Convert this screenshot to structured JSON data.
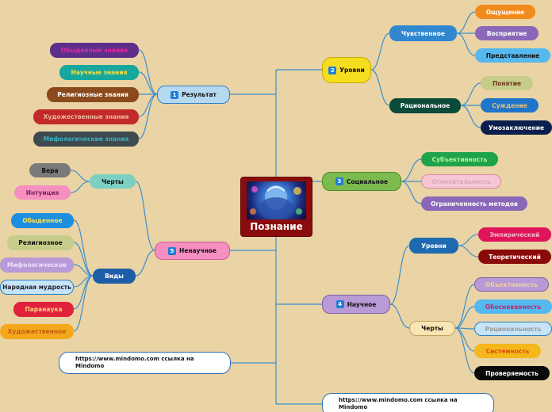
{
  "center": {
    "title": "Познание"
  },
  "colors": {
    "line": "#3b8fd0"
  },
  "nodes": {
    "urovni": {
      "num": "2",
      "label": "Уровни"
    },
    "chuvstvennoe": {
      "label": "Чувственное"
    },
    "oshchushchenie": {
      "label": "Ощущение"
    },
    "vospriyatie": {
      "label": "Восприятие"
    },
    "predstavlenie": {
      "label": "Представление"
    },
    "racionalnoe": {
      "label": "Рациональное"
    },
    "ponyatie": {
      "label": "Понятие"
    },
    "suzhdenie": {
      "label": "Суждение"
    },
    "umozaklyuchenie": {
      "label": "Умозаключение"
    },
    "rezultat": {
      "num": "1",
      "label": "Результат"
    },
    "obydennye": {
      "label": "Обыденные знания"
    },
    "nauchnye": {
      "label": "Научные знания"
    },
    "religioznye": {
      "label": "Религиозные знания"
    },
    "hudozhestvennye": {
      "label": "Художественные знания"
    },
    "mifologicheskie": {
      "label": "Мифологические знания"
    },
    "socialnoe": {
      "num": "3",
      "label": "Социальное"
    },
    "subektivnost": {
      "label": "Субъективность"
    },
    "otnositelnost": {
      "label": "Относительность"
    },
    "ogranichennost": {
      "label": "Ограниченность методов"
    },
    "nenauchnoe": {
      "num": "5",
      "label": "Ненаучное"
    },
    "cherty5": {
      "label": "Черты"
    },
    "vera": {
      "label": "Вера"
    },
    "intuiciya": {
      "label": "Интуиция"
    },
    "vidy": {
      "label": "Виды"
    },
    "v_obydennoe": {
      "label": "Обыденное"
    },
    "v_religioznoe": {
      "label": "Религиозное"
    },
    "v_mifologicheskoe": {
      "label": "Мифологическое"
    },
    "v_narodnaya": {
      "label": "Народная мудрость"
    },
    "v_paranauka": {
      "label": "Паранаука"
    },
    "v_hudozhestvennoe": {
      "label": "Художественное"
    },
    "nauchnoe": {
      "num": "4",
      "label": "Научное"
    },
    "urovni4": {
      "label": "Уровни"
    },
    "empiricheskiy": {
      "label": "Эмпирический"
    },
    "teoreticheskiy": {
      "label": "Теоретический"
    },
    "cherty4": {
      "label": "Черты"
    },
    "obektivnost": {
      "label": "Объективность"
    },
    "obosnovannost": {
      "label": "Обоснованность"
    },
    "racionalnost": {
      "label": "Рациональность"
    },
    "sistemnost": {
      "label": "Системность"
    },
    "proveryaemost": {
      "label": "Проверяемость"
    }
  },
  "links": {
    "left": "https://www.mindomo.com ссылка на Mindomo",
    "bottom": "https://www.mindomo.com ссылка на Mindomo"
  }
}
